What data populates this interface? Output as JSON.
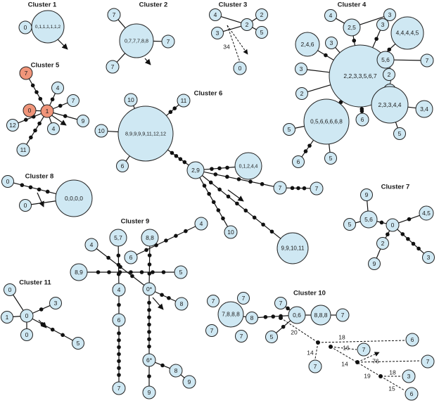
{
  "colors": {
    "node_fill": "#cfe8f3",
    "highlight_fill": "#f0957a",
    "stroke": "#222222"
  },
  "clusters": [
    {
      "id": "c1",
      "title": "Cluster 1",
      "nodes": [
        {
          "id": "a",
          "label": "0,1,1,1,1,1,2"
        },
        {
          "id": "b",
          "label": "0"
        }
      ]
    },
    {
      "id": "c2",
      "title": "Cluster 2",
      "nodes": [
        {
          "id": "a",
          "label": "0,7,7,7,8,8"
        },
        {
          "id": "b",
          "label": "7"
        },
        {
          "id": "c",
          "label": "7"
        },
        {
          "id": "d",
          "label": "7"
        }
      ]
    },
    {
      "id": "c3",
      "title": "Cluster 3",
      "nodes": [
        {
          "id": "a",
          "label": "4"
        },
        {
          "id": "b",
          "label": "3"
        },
        {
          "id": "c",
          "label": "2"
        },
        {
          "id": "d",
          "label": "2"
        },
        {
          "id": "e",
          "label": "5"
        },
        {
          "id": "f",
          "label": "0"
        }
      ],
      "edge_labels": [
        {
          "id": "l1",
          "label": "34"
        }
      ]
    },
    {
      "id": "c4",
      "title": "Cluster 4",
      "nodes": [
        {
          "id": "center",
          "label": "2,2,3,3,5,6,7"
        },
        {
          "id": "n25",
          "label": "2,5"
        },
        {
          "id": "n4",
          "label": "4"
        },
        {
          "id": "n3a",
          "label": "3"
        },
        {
          "id": "n3b",
          "label": "3"
        },
        {
          "id": "n44445",
          "label": "4,4,4,4,5"
        },
        {
          "id": "n56",
          "label": "5,6"
        },
        {
          "id": "n7",
          "label": "7"
        },
        {
          "id": "n2a",
          "label": "2"
        },
        {
          "id": "n3c",
          "label": "3"
        },
        {
          "id": "n246",
          "label": "2,4,6"
        },
        {
          "id": "n3d",
          "label": "3"
        },
        {
          "id": "n2b",
          "label": "2"
        },
        {
          "id": "n2c",
          "label": "2"
        },
        {
          "id": "n23344",
          "label": "2,3,3,4,4"
        },
        {
          "id": "n34",
          "label": "3,4"
        },
        {
          "id": "n5a",
          "label": "5"
        },
        {
          "id": "n6a",
          "label": "6"
        },
        {
          "id": "n056668",
          "label": "0,5,6,6,6,6,8"
        },
        {
          "id": "n5b",
          "label": "5"
        },
        {
          "id": "n6b",
          "label": "6"
        },
        {
          "id": "n5c",
          "label": "5"
        }
      ]
    },
    {
      "id": "c5",
      "title": "Cluster 5",
      "nodes": [
        {
          "id": "n7a",
          "label": "7"
        },
        {
          "id": "n0",
          "label": "0"
        },
        {
          "id": "n1",
          "label": "1"
        },
        {
          "id": "n4a",
          "label": "4"
        },
        {
          "id": "n7b",
          "label": "7"
        },
        {
          "id": "n9",
          "label": "9"
        },
        {
          "id": "n4b",
          "label": "4"
        },
        {
          "id": "n12",
          "label": "12"
        },
        {
          "id": "n11",
          "label": "11"
        }
      ]
    },
    {
      "id": "c6",
      "title": "Cluster 6",
      "nodes": [
        {
          "id": "big",
          "label": "8,9,9,9,9,11,12,12"
        },
        {
          "id": "n10a",
          "label": "10"
        },
        {
          "id": "n11",
          "label": "11"
        },
        {
          "id": "n10b",
          "label": "10"
        },
        {
          "id": "n6",
          "label": "6"
        },
        {
          "id": "n29",
          "label": "2,9"
        },
        {
          "id": "n01244",
          "label": "0,1,2,4,4"
        },
        {
          "id": "n7a",
          "label": "7"
        },
        {
          "id": "n7b",
          "label": "7"
        },
        {
          "id": "n10c",
          "label": "10"
        },
        {
          "id": "n991011",
          "label": "9,9,10,11"
        }
      ]
    },
    {
      "id": "c7",
      "title": "Cluster 7",
      "nodes": [
        {
          "id": "n9a",
          "label": "9"
        },
        {
          "id": "n56",
          "label": "5,6"
        },
        {
          "id": "n5",
          "label": "5"
        },
        {
          "id": "n0",
          "label": "0"
        },
        {
          "id": "n45",
          "label": "4,5"
        },
        {
          "id": "n2",
          "label": "2"
        },
        {
          "id": "n9b",
          "label": "9"
        },
        {
          "id": "n3",
          "label": "3"
        }
      ]
    },
    {
      "id": "c8",
      "title": "Cluster 8",
      "nodes": [
        {
          "id": "n0a",
          "label": "0"
        },
        {
          "id": "n0b",
          "label": "0"
        },
        {
          "id": "big",
          "label": "0,0,0,0"
        }
      ]
    },
    {
      "id": "c9",
      "title": "Cluster 9",
      "nodes": [
        {
          "id": "n57",
          "label": "5,7"
        },
        {
          "id": "n88",
          "label": "8,8"
        },
        {
          "id": "n4a",
          "label": "4"
        },
        {
          "id": "n4b",
          "label": "4"
        },
        {
          "id": "n6a",
          "label": "6"
        },
        {
          "id": "n89",
          "label": "8,9"
        },
        {
          "id": "n5",
          "label": "5"
        },
        {
          "id": "n4c",
          "label": "4"
        },
        {
          "id": "n0s",
          "label": "0*"
        },
        {
          "id": "n8a",
          "label": "8"
        },
        {
          "id": "n6b",
          "label": "6"
        },
        {
          "id": "n6s",
          "label": "6*"
        },
        {
          "id": "n8b",
          "label": "8"
        },
        {
          "id": "n9a",
          "label": "9"
        },
        {
          "id": "n7",
          "label": "7"
        },
        {
          "id": "n9b",
          "label": "9"
        }
      ]
    },
    {
      "id": "c10",
      "title": "Cluster 10",
      "nodes": [
        {
          "id": "n7a",
          "label": "7"
        },
        {
          "id": "n7b",
          "label": "7"
        },
        {
          "id": "n7888",
          "label": "7,8,8,8"
        },
        {
          "id": "n7c",
          "label": "7"
        },
        {
          "id": "n7d",
          "label": "7"
        },
        {
          "id": "n8",
          "label": "8"
        },
        {
          "id": "n7e",
          "label": "7"
        },
        {
          "id": "n5",
          "label": "5"
        },
        {
          "id": "n06",
          "label": "0,6"
        },
        {
          "id": "n888",
          "label": "8,8,8"
        },
        {
          "id": "n7f",
          "label": "7"
        },
        {
          "id": "n6a",
          "label": "6"
        },
        {
          "id": "n7g",
          "label": "7"
        },
        {
          "id": "n7h",
          "label": "7"
        },
        {
          "id": "n7i",
          "label": "7"
        },
        {
          "id": "n3",
          "label": "3"
        },
        {
          "id": "n6b",
          "label": "6"
        }
      ],
      "edge_labels": [
        {
          "id": "l20",
          "label": "20"
        },
        {
          "id": "l18a",
          "label": "18"
        },
        {
          "id": "l16",
          "label": "16"
        },
        {
          "id": "l14a",
          "label": "14"
        },
        {
          "id": "l14b",
          "label": "14"
        },
        {
          "id": "l76",
          "label": "76"
        },
        {
          "id": "l19",
          "label": "19"
        },
        {
          "id": "l18b",
          "label": "18"
        },
        {
          "id": "l15",
          "label": "15"
        }
      ]
    },
    {
      "id": "c11",
      "title": "Cluster 11",
      "nodes": [
        {
          "id": "n0a",
          "label": "0"
        },
        {
          "id": "n1",
          "label": "1"
        },
        {
          "id": "n0b",
          "label": "0"
        },
        {
          "id": "n0c",
          "label": "0"
        },
        {
          "id": "n3",
          "label": "3"
        },
        {
          "id": "n5",
          "label": "5"
        }
      ]
    }
  ]
}
